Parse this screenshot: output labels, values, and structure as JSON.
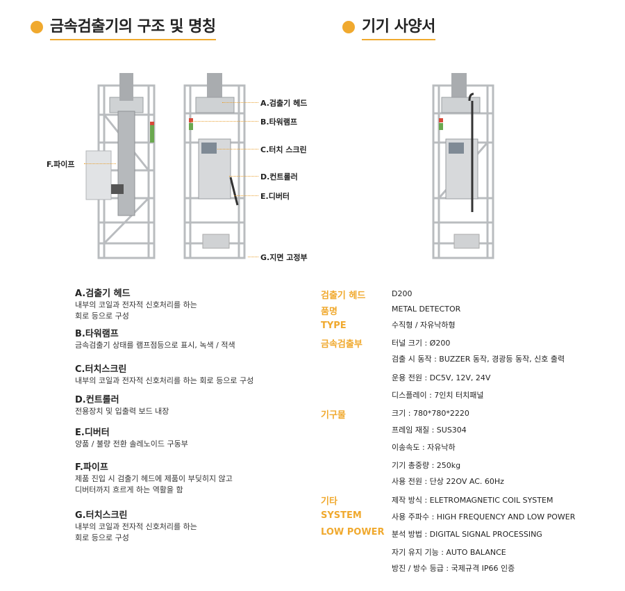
{
  "headers": {
    "left": "금속검출기의 구조 및 명칭",
    "right": "기기 사양서"
  },
  "callouts": {
    "a": "A.검출기 헤드",
    "b": "B.타워램프",
    "c": "C.터치 스크린",
    "d": "D.컨트롤러",
    "e": "E.디버터",
    "f": "F.파이프",
    "g": "G.지면 고정부"
  },
  "parts": [
    {
      "title": "A.검출기 헤드",
      "desc1": "내부의 코일과 전자적 신호처리를 하는",
      "desc2": "회로 등으로 구성"
    },
    {
      "title": "B.타워램프",
      "desc1": "금속검출기 상태를 램프점등으로 표시, 녹색 / 적색",
      "desc2": ""
    },
    {
      "title": "C.터치스크린",
      "desc1": "내부의 코일과 전자적 신호처리를 하는 회로 등으로 구성",
      "desc2": ""
    },
    {
      "title": "D.컨트롤러",
      "desc1": "전용장치 및 입출력 보드 내장",
      "desc2": ""
    },
    {
      "title": "E.디버터",
      "desc1": "양품 / 불량 전환 솔레노이드 구동부",
      "desc2": ""
    },
    {
      "title": "F.파이프",
      "desc1": "제품 진입 시 검출기 헤드에 제품이 부딪히지 않고",
      "desc2": "디버터까지 흐르게 하는 역활을 함"
    },
    {
      "title": "G.터치스크린",
      "desc1": "내부의 코일과 전자적 신호처리를 하는",
      "desc2": "회로 등으로 구성"
    }
  ],
  "spec_labels": {
    "head": "검출기 헤드",
    "name": "품명",
    "type": "TYPE",
    "section": "금속검출부",
    "mech": "기구물",
    "etc": "기타",
    "system": "SYSTEM",
    "lowpower": "LOW POWER"
  },
  "spec_values": {
    "model": "D200",
    "product": "METAL DETECTOR",
    "type": "수직형 / 자유낙하형",
    "tunnel": "터널 크기 : Ø200",
    "detect": "검출 시 동작 : BUZZER 동작, 경광등 동작, 신호 출력",
    "power_op": "운용 전원 : DC5V, 12V, 24V",
    "display": "디스플레이 : 7인치 터치패널",
    "size": "크기 : 780*780*2220",
    "frame": "프레임 재질 : SUS304",
    "speed": "이송속도 : 자유낙하",
    "weight": "기기 총중량 : 250kg",
    "power_use": "사용 전원 : 단상 22OV AC. 60Hz",
    "method": "제작 방식 : ELETROMAGNETIC COIL SYSTEM",
    "freq": "사용 주파수 : HIGH FREQUENCY AND LOW POWER",
    "analysis": "분석 방법 : DIGITAL SIGNAL PROCESSING",
    "balance": "자기 유지 기능 : AUTO BALANCE",
    "ip": "방진 / 방수 등급 : 국제규격 IP66 인증"
  },
  "colors": {
    "accent": "#f0a92e",
    "text": "#222222"
  }
}
